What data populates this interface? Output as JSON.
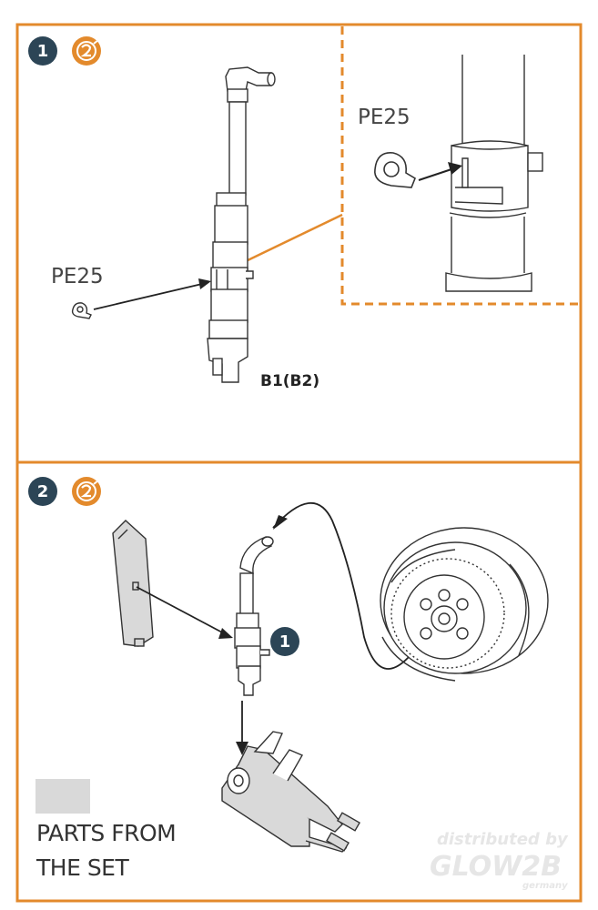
{
  "colors": {
    "frame": "#e38a2c",
    "badge_dark": "#2c4556",
    "badge_orange": "#e38a2c",
    "line": "#333333",
    "legend_swatch": "#d9d9d9"
  },
  "step1": {
    "number": "1",
    "icon": "glue-icon",
    "pe_label_main": "PE25",
    "pe_label_detail": "PE25",
    "part_label": "B1(B2)"
  },
  "step2": {
    "number": "2",
    "icon": "glue-icon",
    "ref_badge": "1"
  },
  "legend": {
    "line1": "PARTS FROM",
    "line2": "THE SET"
  },
  "watermark": {
    "line1": "distributed by",
    "line2": "GLOW2B",
    "line3": "germany"
  }
}
